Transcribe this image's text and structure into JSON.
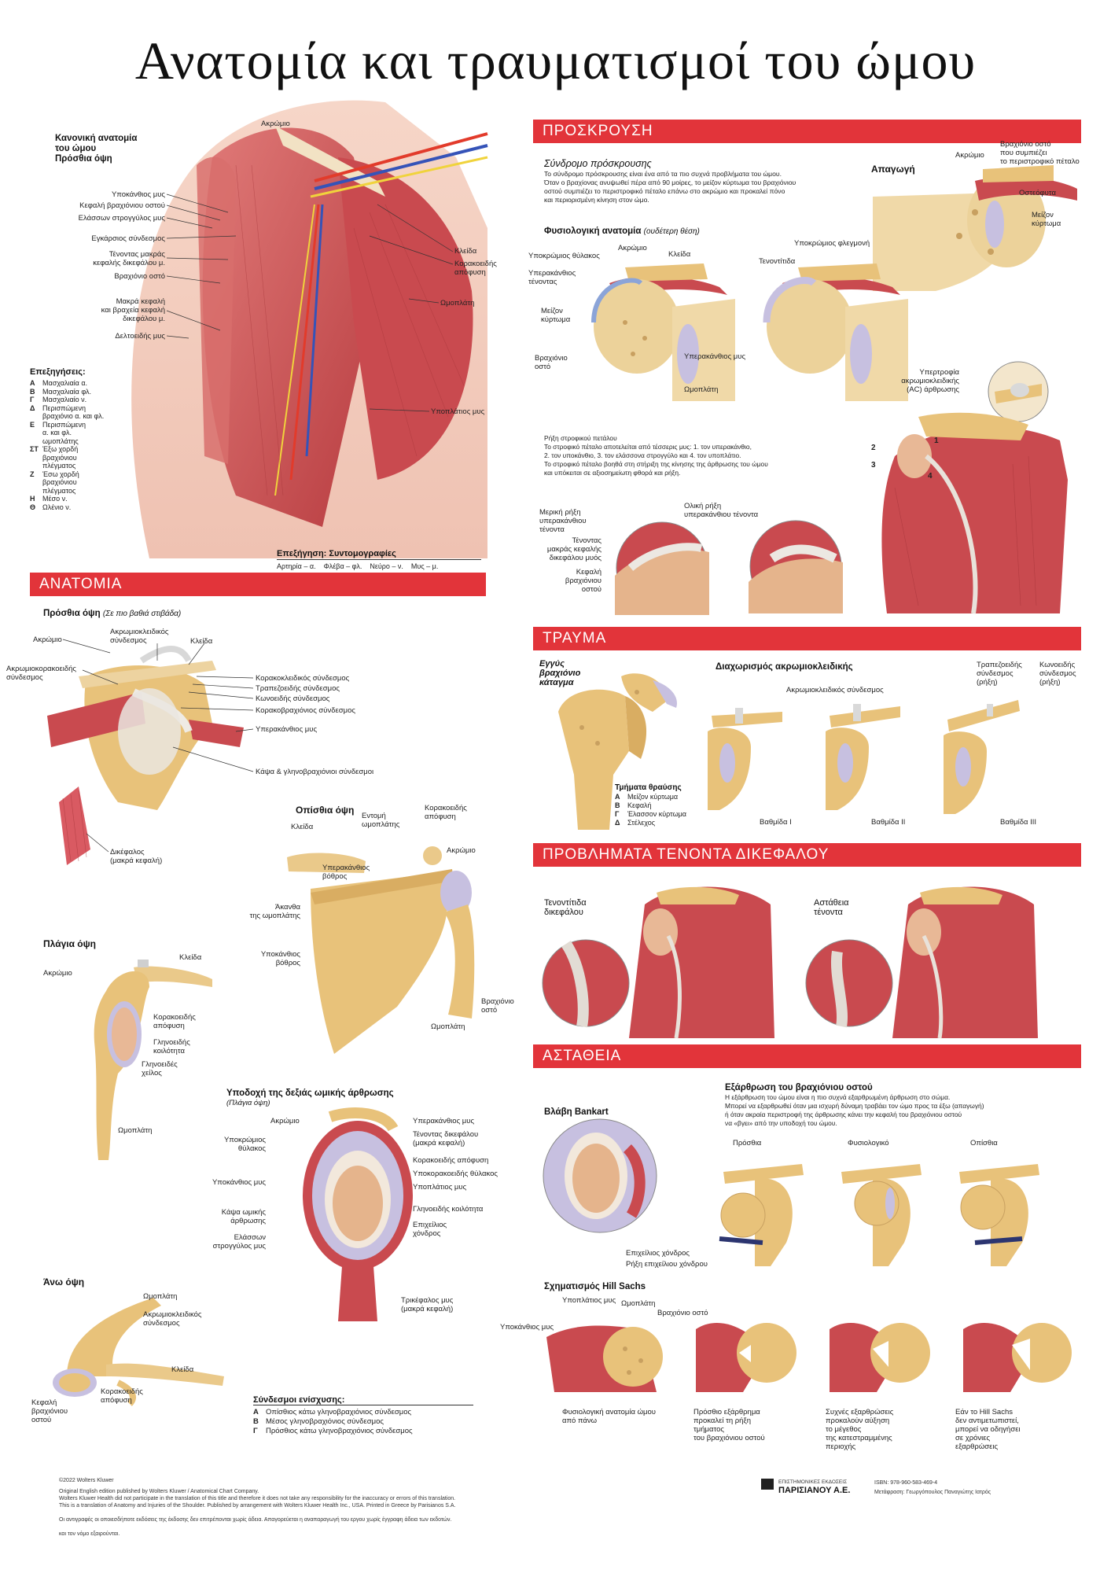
{
  "title": "Ανατομία και τραυματισμοί του ώμου",
  "colors": {
    "banner": "#e2343a",
    "muscle": "#c94a4f",
    "bone": "#e8c27a",
    "cartilage": "#b9b3d8"
  },
  "top_left": {
    "heading": "Κανονική ανατομία\nτου ώμου\nΠρόσθια όψη",
    "labels": {
      "akromio": "Ακρώμιο",
      "ypokanthios": "Υποκάνθιος μυς",
      "kefali_vrax": "Κεφαλή βραχιόνιου οστού",
      "elasson": "Ελάσσων στρογγύλος μυς",
      "glenovrax": "Εγκάρσιος σύνδεσμος",
      "tenontas": "Τένοντας μακράς\nκεφαλής δικεφάλου μ.",
      "vraxionio": "Βραχιόνιο οστό",
      "makra": "Μακρά κεφαλή\nκαι βραχεία κεφαλή\nδικεφάλου μ.",
      "deltoeidis": "Δελτοειδής μυς",
      "kleida": "Κλείδα",
      "korakoeidis": "Κορακοειδής\nαπόφυση",
      "omoplati": "Ωμοπλάτη",
      "ypoplatios": "Υποπλάτιος μυς"
    },
    "legend_title": "Επεξηγήσεις:",
    "legend": [
      {
        "k": "Α",
        "v": "Μασχαλιαία α."
      },
      {
        "k": "Β",
        "v": "Μασχαλιαία φλ."
      },
      {
        "k": "Γ",
        "v": "Μασχαλιαίο ν."
      },
      {
        "k": "Δ",
        "v": "Περισπώμενη\nβραχιόνιο α. και φλ."
      },
      {
        "k": "Ε",
        "v": "Περισπώμενη\nα. και φλ.\nωμοπλάτης"
      },
      {
        "k": "ΣΤ",
        "v": "Έξω χορδή\nβραχιόνιου\nπλέγματος"
      },
      {
        "k": "Ζ",
        "v": "Έσω χορδή\nβραχιόνιου\nπλέγματος"
      },
      {
        "k": "Η",
        "v": "Μέσο ν."
      },
      {
        "k": "Θ",
        "v": "Ωλένιο ν."
      }
    ],
    "abbr_title": "Επεξήγηση: Συντομογραφίες",
    "abbr_line": "Αρτηρία – α.    Φλέβα – φλ.    Νεύρο – ν.    Μυς – μ."
  },
  "anatomy": {
    "banner": "ΑΝΑΤΟΜΙΑ",
    "front_heading": "Πρόσθια όψη",
    "front_sub": "(Σε πιο βαθιά στιβάδα)",
    "front_labels": {
      "akromio": "Ακρώμιο",
      "akromiokleid": "Ακρωμιοκλειδικός\nσύνδεσμος",
      "kleida": "Κλείδα",
      "akromiokorak": "Ακρωμιοκορακοειδής\nσύνδεσμος",
      "korakokleid": "Κορακοκλειδικός σύνδεσμος",
      "trapezoeidis": "Τραπεζοειδής σύνδεσμος",
      "kwnoeidis": "Κωνοειδής σύνδεσμος",
      "korakovrax": "Κορακοβραχιόνιος σύνδεσμος",
      "yperakanthios": "Υπερακάνθιος μυς",
      "kapsa": "Κάψα & γληνοβραχιόνιοι σύνδεσμοι",
      "dikefalos": "Δικέφαλος\n(μακρά κεφαλή)"
    },
    "back_heading": "Οπίσθια όψη",
    "back_labels": {
      "kleida": "Κλείδα",
      "entomi": "Εντομή\nωμοπλάτης",
      "korakoeidis": "Κορακοειδής\nαπόφυση",
      "akromio": "Ακρώμιο",
      "yperak_vothros": "Υπερακάνθιος\nβόθρος",
      "akantha": "Άκανθα\nτης ωμοπλάτης",
      "ypokanth_vothros": "Υποκάνθιος\nβόθρος",
      "vraxionio": "Βραχιόνιο\nοστό",
      "omoplati": "Ωμοπλάτη"
    },
    "side_heading": "Πλάγια όψη",
    "side_labels": {
      "kleida": "Κλείδα",
      "akromio": "Ακρώμιο",
      "korakoeidis": "Κορακοειδής\nαπόφυση",
      "glinoeidis": "Γληνοειδής\nκοιλότητα",
      "glinoeidis_xeilos": "Γληνοειδές\nχείλος",
      "omoplati": "Ωμοπλάτη"
    },
    "socket_heading": "Υποδοχή της δεξιάς ωμικής άρθρωσης",
    "socket_sub": "(Πλάγια όψη)",
    "socket_labels": {
      "akromio": "Ακρώμιο",
      "ypokrwmios": "Υποκρώμιος\nθύλακος",
      "ypokanthios": "Υποκάνθιος μυς",
      "kapsa": "Κάψα ωμικής\nάρθρωσης",
      "elasson": "Ελάσσων\nστρογγύλος μυς",
      "yperakanthios": "Υπερακάνθιος μυς",
      "tenontas": "Τένοντας δικεφάλου\n(μακρά κεφαλή)",
      "korakoeidis": "Κορακοειδής απόφυση",
      "ypokorak": "Υποκορακοειδής θύλακος",
      "ypoplatios": "Υποπλάτιος μυς",
      "glinoeidis": "Γληνοειδής κοιλότητα",
      "epitheilios": "Επιχείλιος\nχόνδρος",
      "trikefalos": "Τρικέφαλος μυς\n(μακρά κεφαλή)"
    },
    "top_heading": "Άνω όψη",
    "top_labels": {
      "omoplati": "Ωμοπλάτη",
      "akromiokleid": "Ακρωμιοκλειδικός\nσύνδεσμος",
      "kleida": "Κλείδα",
      "korakoeidis": "Κορακοειδής\nαπόφυση",
      "kefali": "Κεφαλή\nβραχιόνιου\nοστού"
    },
    "reinforce_title": "Σύνδεσμοι ενίσχυσης:",
    "reinforce": [
      {
        "k": "Α",
        "v": "Οπίσθιος κάτω γληνοβραχιόνιος σύνδεσμος"
      },
      {
        "k": "Β",
        "v": "Μέσος γληνοβραχιόνιος σύνδεσμος"
      },
      {
        "k": "Γ",
        "v": "Πρόσθιος κάτω γληνοβραχιόνιος σύνδεσμος"
      }
    ]
  },
  "impingement": {
    "banner": "ΠΡΟΣΚΡΟΥΣΗ",
    "heading": "Σύνδρομο πρόσκρουσης",
    "text": "Το σύνδρομο πρόσκρουσης είναι ένα από τα πιο συχνά προβλήματα του ώμου.\nΌταν ο βραχίονας ανυψωθεί πέρα από 90 μοίρες, το μείζον κύρτωμα του βραχιόνιου\nοστού συμπιέζει το περιστροφικό πέταλο επάνω στο ακρώμιο και προκαλεί πόνο\nκαι περιορισμένη κίνηση στον ώμο.",
    "abduction": "Απαγωγή",
    "abd_labels": {
      "akromio": "Ακρώμιο",
      "vraxionio": "Βραχιόνιο οστό\nπου συμπιέζει\nτο περιστροφικό πέταλο",
      "osteofyta": "Οστεόφυτα",
      "meizon": "Μείζον\nκύρτωμα"
    },
    "phys_heading": "Φυσιολογική ανατομία",
    "phys_sub": "(ουδέτερη θέση)",
    "phys_labels": {
      "ypokrwmios": "Υποκρώμιος θύλακος",
      "akromio": "Ακρώμιο",
      "kleida": "Κλείδα",
      "yperak_tenon": "Υπερακάνθιος\nτένοντας",
      "meizon": "Μείζον\nκύρτωμα",
      "vraxionio": "Βραχιόνιο\nοστό",
      "yperak_mys": "Υπερακάνθιος μυς",
      "omoplati": "Ωμοπλάτη",
      "ypokrwmios_flegm": "Υποκρώμιος φλεγμονή",
      "tenontitida": "Τενοντίτιδα"
    },
    "ac_label": "Υπερτροφία\nακρωμιοκλειδικής\n(AC) άρθρωσης",
    "rupture_text": "Ρήξη στροφικού πετάλου\nΤο στροφικό πέταλο αποτελείται από τέσσερις μυς: 1. τον υπερακάνθιο,\n2. τον υποκάνθιο, 3. τον ελάσσονα στρογγύλο και 4. τον υποπλάτιο.\nΤο στροφικό πέταλο βοηθά στη στήριξη της κίνησης της άρθρωσης του ώμου\nκαι υπόκειται σε αξιοσημείωτη φθορά και ρήξη.",
    "rupture_labels": {
      "meriki": "Μερική ρήξη\nυπερακάνθιου\nτένοντα",
      "oliki": "Ολική ρήξη\nυπερακάνθιου τένοντα",
      "tenontas": "Τένοντας\nμακράς κεφαλής\nδικεφάλου μυός",
      "kefali": "Κεφαλή\nβραχιόνιου\nοστού"
    },
    "numbers": [
      "1",
      "2",
      "3",
      "4"
    ]
  },
  "trauma": {
    "banner": "ΤΡΑΥΜΑ",
    "fracture": "Εγγύς\nβραχιόνιο\nκάταγμα",
    "fragments_title": "Τμήματα θραύσης",
    "fragments": [
      {
        "k": "Α",
        "v": "Μείζον κύρτωμα"
      },
      {
        "k": "Β",
        "v": "Κεφαλή"
      },
      {
        "k": "Γ",
        "v": "Έλασσον κύρτωμα"
      },
      {
        "k": "Δ",
        "v": "Στέλεχος"
      }
    ],
    "separation": "Διαχωρισμός ακρωμιοκλειδικής",
    "sep_label": "Ακρωμιοκλειδικός σύνδεσμος",
    "trap_label": "Τραπεζοειδής\nσύνδεσμος\n(ρήξη)",
    "kwn_label": "Κωνοειδής\nσύνδεσμος\n(ρήξη)",
    "degrees": [
      "Βαθμίδα I",
      "Βαθμίδα II",
      "Βαθμίδα III"
    ]
  },
  "biceps": {
    "banner": "ΠΡΟΒΛΗΜΑΤΑ ΤΕΝΟΝΤΑ ΔΙΚΕΦΑΛΟΥ",
    "left": "Τενοντίτιδα\nδικεφάλου",
    "right": "Αστάθεια\nτένοντα"
  },
  "instability": {
    "banner": "ΑΣΤΑΘΕΙΑ",
    "bankart": "Βλάβη Bankart",
    "bankart_labels": {
      "epi": "Επιχείλιος χόνδρος",
      "rixi": "Ρήξη επιχείλιου χόνδρου"
    },
    "dislocation": "Εξάρθρωση του βραχιόνιου οστού",
    "dislocation_text": "Η εξάρθρωση του ώμου είναι η πιο συχνά εξαρθρωμένη άρθρωση στο σώμα.\nΜπορεί να εξαρθρωθεί όταν μια ισχυρή δύναμη τραβάει τον ώμο προς τα έξω (απαγωγή)\nή όταν ακραία περιστροφή της άρθρωσης κάνει την κεφαλή του βραχιόνιου οστού\nνα «βγει» από την υποδοχή του ώμου.",
    "views": [
      "Πρόσθια",
      "Φυσιολογικό",
      "Οπίσθια"
    ],
    "hill_sachs": "Σχηματισμός Hill Sachs",
    "hs_labels": {
      "ypoplatios": "Υποπλάτιος μυς",
      "omoplati": "Ωμοπλάτη",
      "vraxionio": "Βραχιόνιο οστό",
      "ypokanthios": "Υποκάνθιος μυς"
    },
    "captions": [
      "Φυσιολογική ανατομία ώμου\nαπό πάνω",
      "Πρόσθιο εξάρθρημα\nπροκαλεί τη ρήξη\nτμήματος\nτου βραχιόνιου οστού",
      "Συχνές εξαρθρώσεις\nπροκαλούν αύξηση\nτο μέγεθος\nτης κατεστραμμένης\nπεριοχής",
      "Εάν το Hill Sachs\nδεν αντιμετωπιστεί,\nμπορεί να οδηγήσει\nσε χρόνιες\nεξαρθρώσεις"
    ]
  },
  "footer": {
    "copyright": "©2022   Wolters Kluwer",
    "line1": "Original English edition published by Wolters Kluwer / Anatomical Chart Company.",
    "line2": "Wolters Kluwer Health did not participate in the translation of this title and therefore it does not take any responsibility for the inaccuracy or errors of this translation.",
    "line3": "This is a translation of Anatomy and Injuries of the Shoulder. Published by arrangement with Wolters Kluwer Health Inc., USA. Printed in Greece by Parisianos S.A.",
    "line4": "Οι αντιγραφές οι οποιεσδήποτε εκδόσεις της έκδοσης δεν επιτρέπονται χωρίς άδεια. Απαγορεύεται η αναπαραγωγή του εργου χωρίς έγγραφη άδεια των εκδοτών.",
    "line5": "και τον νόμο εξαιρούνται.",
    "publisher_small": "ΕΠΙΣΤΗΜΟΝΙΚΕΣ ΕΚΔΟΣΕΙΣ",
    "publisher": "ΠΑΡΙΣΙΑΝΟΥ Α.Ε.",
    "isbn": "ISBN: 978-960-583-469-4",
    "translator": "Μετάφραση: Γεωργόπουλος Παναγιώτης Ιατρός"
  }
}
